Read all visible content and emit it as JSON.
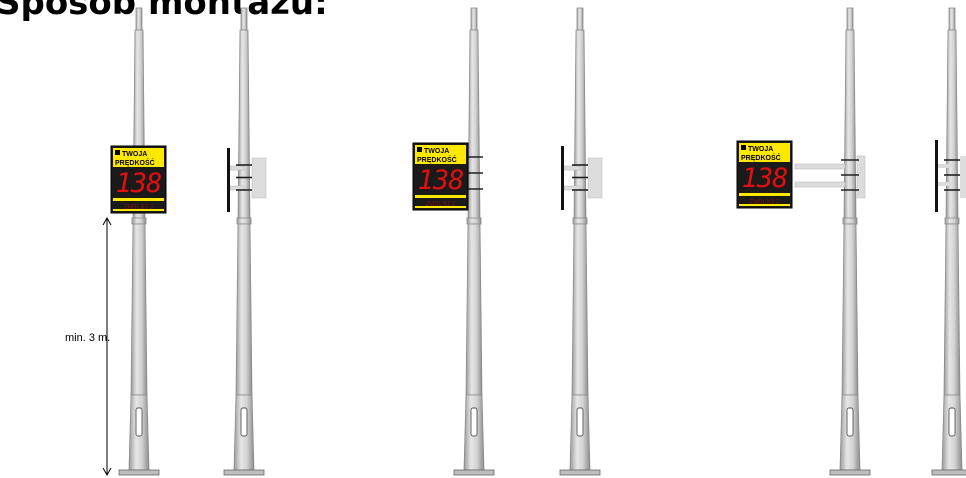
{
  "title": "Sposób montażu:",
  "dimension_label": "min. 3 m.",
  "sign": {
    "header_line1": "TWOJA",
    "header_line2": "PRĘDKOŚĆ",
    "speed": "138",
    "footer": "ZWOLNIJ"
  },
  "colors": {
    "sign_yellow": "#ffe800",
    "sign_black": "#1a1a1a",
    "led_red": "#e01010",
    "pole_gray": "#cfcfcf",
    "pole_dark": "#8a8a8a",
    "bracket_gray": "#dcdcdc"
  },
  "variants": [
    {
      "id": "direct-front"
    },
    {
      "id": "direct-side"
    },
    {
      "id": "short-bracket-front"
    },
    {
      "id": "short-bracket-side"
    },
    {
      "id": "long-bracket-front"
    },
    {
      "id": "long-bracket-side"
    }
  ]
}
